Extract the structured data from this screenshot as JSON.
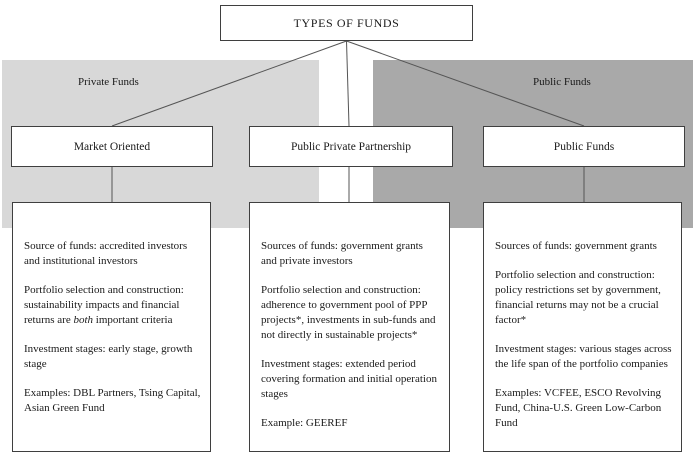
{
  "root": {
    "title": "TYPES OF FUNDS"
  },
  "bands": {
    "private": {
      "label": "Private Funds",
      "color": "#d8d8d8"
    },
    "public": {
      "label": "Public Funds",
      "color": "#a9a9a9"
    }
  },
  "boxes": {
    "market": {
      "header": "Market Oriented",
      "p1": "Source of funds: accredited investors and institutional investors",
      "p2a": "Portfolio selection and construction: sustainability impacts and financial returns are ",
      "p2b": "both",
      "p2c": " important criteria",
      "p3": "Investment stages: early stage, growth stage",
      "p4": "Examples: DBL Partners, Tsing Capital, Asian Green Fund"
    },
    "ppp": {
      "header": "Public Private Partnership",
      "p1": "Sources of funds: government grants and private investors",
      "p2": "Portfolio selection and construction: adherence to government pool of PPP projects*, investments in sub-funds and not directly in sustainable projects*",
      "p3": "Investment stages: extended period covering formation and initial operation stages",
      "p4": "Example: GEEREF"
    },
    "public": {
      "header": "Public Funds",
      "p1": "Sources of funds: government grants",
      "p2": "Portfolio selection and construction: policy restrictions set by government, financial returns may not be a crucial factor*",
      "p3": "Investment stages: various stages across the life span of the portfolio companies",
      "p4": "Examples: VCFEE, ESCO Revolving Fund, China-U.S. Green Low-Carbon Fund"
    }
  }
}
